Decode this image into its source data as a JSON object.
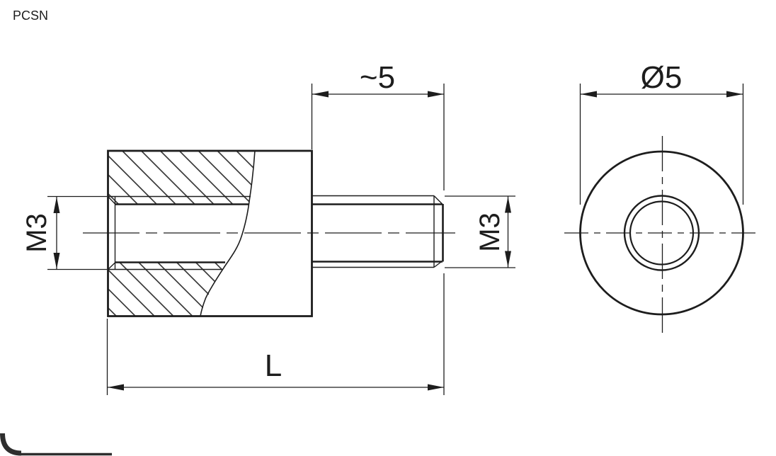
{
  "page": {
    "background": "#ffffff",
    "line_color": "#1d1d1d"
  },
  "drawing": {
    "part_label": "PCSN",
    "dimensions": {
      "stud_length": "~5",
      "body_diameter": "Ø5",
      "internal_thread": "M3",
      "external_thread": "M3",
      "overall_length": "L"
    }
  }
}
